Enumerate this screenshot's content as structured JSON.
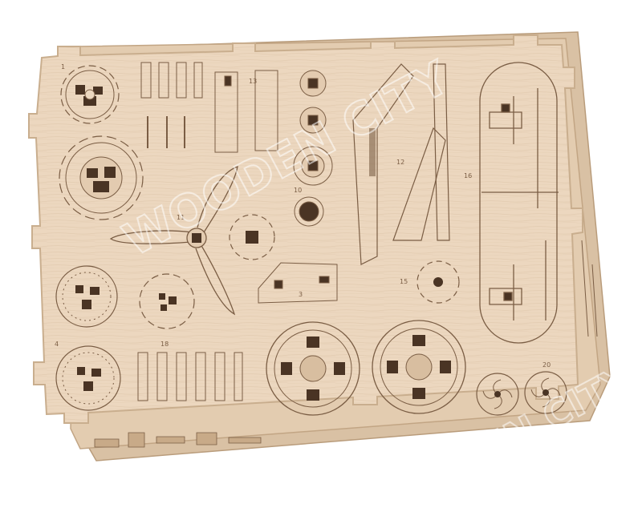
{
  "photo": {
    "subject": "laser-cut plywood model kit sheets",
    "watermark": "WOODEN CITY",
    "colors": {
      "background": "#ffffff",
      "plywood": "#ecd7bf",
      "plywood_shade": "#e3cbb0",
      "plywood_edge": "#c9ae8e",
      "cut_line": "#7a5d44",
      "hole": "#4a3424",
      "watermark": "#ffffff"
    }
  },
  "part_labels": {
    "p1": "1",
    "p3": "3",
    "p4": "4",
    "p10": "10",
    "p11": "11",
    "p12": "12",
    "p13": "13",
    "p15": "15",
    "p16": "16",
    "p18": "18",
    "p20": "20"
  }
}
